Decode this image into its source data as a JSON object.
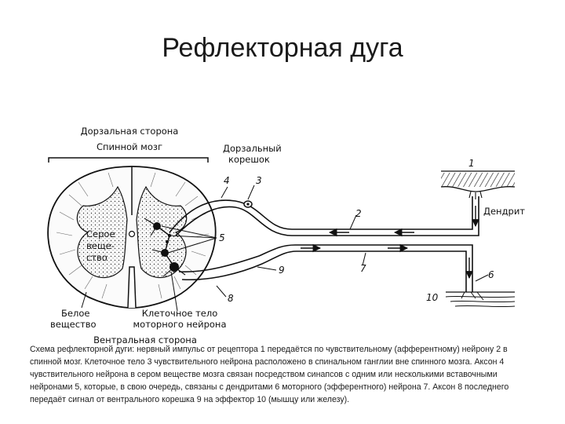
{
  "title": "Рефлекторная дуга",
  "diagram": {
    "labels": {
      "dorsal_side": "Дорзальная сторона",
      "spinal_cord": "Спинной мозг",
      "dorsal_root_line1": "Дорзальный",
      "dorsal_root_line2": "корешок",
      "gray_matter_line1": "Серое",
      "gray_matter_line2": "веще-",
      "gray_matter_line3": "ство",
      "white_matter_line1": "Белое",
      "white_matter_line2": "вещество",
      "motor_body_line1": "Клеточное тело",
      "motor_body_line2": "моторного нейрона",
      "ventral_side": "Вентральная сторона",
      "dendrite": "Дендрит"
    },
    "numbers": {
      "n1": "1",
      "n2": "2",
      "n3": "3",
      "n4": "4",
      "n5": "5",
      "n6": "6",
      "n7": "7",
      "n8": "8",
      "n9": "9",
      "n10": "10"
    }
  },
  "caption": "Схема рефлекторной дуги: нервный импульс от рецептора 1 передаётся по чувствительному (афферентному) нейрону 2 в спинной мозг. Клеточное тело 3 чувствительного нейрона расположено в спинальном ганглии вне спинного мозга. Аксон 4 чувствительного нейрона в сером веществе мозга связан посредством синапсов с одним или несколькими вставочными нейронами 5, которые, в свою очередь, связаны с дендритами 6 моторного (эфферентного) нейрона 7. Аксон 8 последнего передаёт сигнал от вентрального корешка 9 на эффектор 10 (мышцу или железу)."
}
